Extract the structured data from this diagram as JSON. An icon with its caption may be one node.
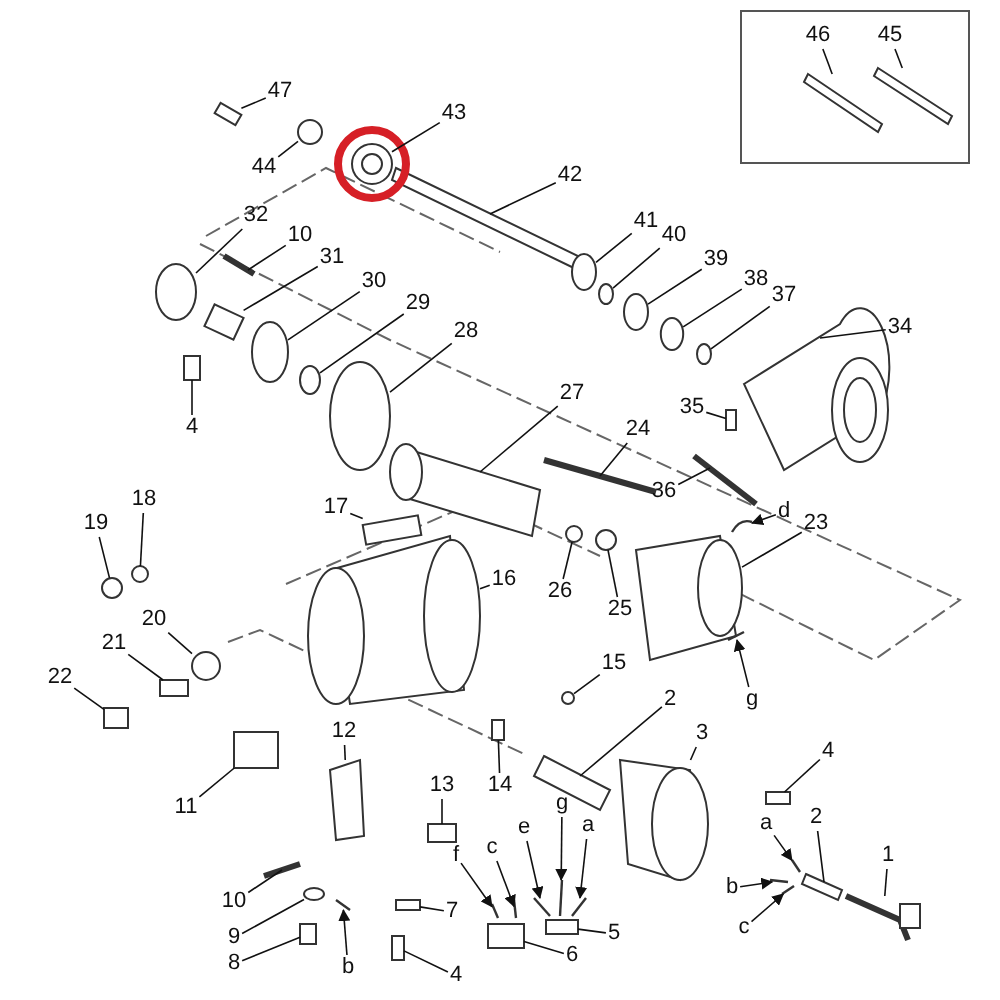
{
  "diagram": {
    "nodes": [
      {
        "text": [],
        "shape": "box"
      },
      {
        "text": [
          "46"
        ],
        "in": 0
      },
      {
        "text": [
          "45"
        ],
        "in": 0
      },
      {
        "text": [
          "47"
        ]
      },
      {
        "text": [
          "43"
        ]
      },
      {
        "text": [
          "44"
        ]
      },
      {
        "text": [
          "42"
        ]
      },
      {
        "text": [
          "32"
        ]
      },
      {
        "text": [
          "10"
        ]
      },
      {
        "text": [
          "31"
        ]
      },
      {
        "text": [
          "41"
        ]
      },
      {
        "text": [
          "40"
        ]
      },
      {
        "text": [
          "39"
        ]
      },
      {
        "text": [
          "30"
        ]
      },
      {
        "text": [
          "38"
        ]
      },
      {
        "text": [
          "37"
        ]
      },
      {
        "text": [
          "29"
        ]
      },
      {
        "text": [
          "28"
        ]
      },
      {
        "text": [
          "34"
        ]
      },
      {
        "text": [
          "27"
        ]
      },
      {
        "text": [
          "35"
        ]
      },
      {
        "text": [
          "4"
        ]
      },
      {
        "text": [
          "24"
        ]
      },
      {
        "text": [
          "36"
        ]
      },
      {
        "text": [
          "17"
        ]
      },
      {
        "text": [
          "18"
        ]
      },
      {
        "text": [
          "19"
        ]
      },
      {
        "text": [
          "23"
        ]
      },
      {
        "text": [
          "d"
        ]
      },
      {
        "text": [
          "16"
        ]
      },
      {
        "text": [
          "26"
        ]
      },
      {
        "text": [
          "25"
        ]
      },
      {
        "text": [
          "20"
        ]
      },
      {
        "text": [
          "21"
        ]
      },
      {
        "text": [
          "22"
        ]
      },
      {
        "text": [
          "15"
        ]
      },
      {
        "text": [
          "2"
        ]
      },
      {
        "text": [
          "12"
        ]
      },
      {
        "text": [
          "3"
        ]
      },
      {
        "text": [
          "4"
        ]
      },
      {
        "text": [
          "13"
        ]
      },
      {
        "text": [
          "14"
        ]
      },
      {
        "text": [
          "11"
        ]
      },
      {
        "text": [
          "g"
        ]
      },
      {
        "text": [
          "e"
        ]
      },
      {
        "text": [
          "a"
        ]
      },
      {
        "text": [
          "a"
        ]
      },
      {
        "text": [
          "2"
        ]
      },
      {
        "text": [
          "f"
        ]
      },
      {
        "text": [
          "c"
        ]
      },
      {
        "text": [
          "1"
        ]
      },
      {
        "text": [
          "b"
        ]
      },
      {
        "text": [
          "g"
        ]
      },
      {
        "text": [
          "c"
        ]
      },
      {
        "text": [
          "10"
        ]
      },
      {
        "text": [
          "7"
        ]
      },
      {
        "text": [
          "5"
        ]
      },
      {
        "text": [
          "9"
        ]
      },
      {
        "text": [
          "6"
        ]
      },
      {
        "text": [
          "b"
        ]
      },
      {
        "text": [
          "8"
        ]
      },
      {
        "text": [
          "4"
        ]
      },
      {
        "text": [],
        "shape": "bar",
        "in": 0
      },
      {
        "text": [],
        "shape": "bar",
        "in": 0
      },
      {
        "text": [],
        "shape": "box"
      },
      {
        "text": [],
        "shape": "picture"
      },
      {
        "text": [],
        "shape": "circle"
      },
      {
        "text": [],
        "shape": "bar"
      },
      {
        "text": [],
        "shape": "circle"
      },
      {
        "text": [],
        "shape": "bar"
      },
      {
        "text": [],
        "shape": "box"
      },
      {
        "text": [],
        "shape": "circle"
      },
      {
        "text": [],
        "shape": "circle"
      },
      {
        "text": [],
        "shape": "circle"
      },
      {
        "text": [],
        "shape": "circle"
      },
      {
        "text": [],
        "shape": "circle"
      },
      {
        "text": [],
        "shape": "circle"
      },
      {
        "text": [],
        "shape": "circle"
      },
      {
        "text": [],
        "shape": "circle"
      },
      {
        "text": [],
        "shape": "picture"
      },
      {
        "text": [],
        "shape": "picture"
      },
      {
        "text": [],
        "shape": "box"
      },
      {
        "text": [],
        "shape": "box"
      },
      {
        "text": [],
        "shape": "bar"
      },
      {
        "text": [],
        "shape": "bar"
      },
      {
        "text": [],
        "shape": "box"
      },
      {
        "text": [],
        "shape": "circle"
      },
      {
        "text": [],
        "shape": "circle"
      },
      {
        "text": [],
        "shape": "picture"
      },
      {
        "text": [],
        "shape": "wire"
      },
      {
        "text": [],
        "shape": "picture"
      },
      {
        "text": [],
        "shape": "circle"
      },
      {
        "text": [],
        "shape": "circle"
      },
      {
        "text": [],
        "shape": "circle"
      },
      {
        "text": [],
        "shape": "box"
      },
      {
        "text": [],
        "shape": "box"
      },
      {
        "text": [],
        "shape": "circle"
      },
      {
        "text": [],
        "shape": "bar"
      },
      {
        "text": [],
        "shape": "box"
      },
      {
        "text": [],
        "shape": "picture"
      },
      {
        "text": [],
        "shape": "box"
      },
      {
        "text": [],
        "shape": "box"
      },
      {
        "text": [],
        "shape": "box"
      },
      {
        "text": [],
        "shape": "box"
      },
      {
        "text": [],
        "shape": "wire"
      },
      {
        "text": [],
        "shape": "wire"
      },
      {
        "text": [],
        "shape": "wire"
      },
      {
        "text": [],
        "shape": "wire"
      },
      {
        "text": [],
        "shape": "bar"
      },
      {
        "text": [],
        "shape": "wire"
      },
      {
        "text": [],
        "shape": "wire"
      },
      {
        "text": [],
        "shape": "picture"
      },
      {
        "text": [],
        "shape": "wire"
      },
      {
        "text": [],
        "shape": "wire"
      },
      {
        "text": [],
        "shape": "wire"
      },
      {
        "text": [],
        "shape": "bar"
      },
      {
        "text": [],
        "shape": "box"
      },
      {
        "text": [],
        "shape": "box"
      },
      {
        "text": [],
        "shape": "circle"
      },
      {
        "text": [],
        "shape": "box"
      },
      {
        "text": [],
        "shape": "wire"
      },
      {
        "text": [],
        "shape": "box"
      },
      {
        "text": [],
        "shape": "box"
      }
    ],
    "edges": [
      {
        "from": 1,
        "to": 62,
        "arrow": "none"
      },
      {
        "from": 2,
        "to": 63,
        "arrow": "none"
      },
      {
        "from": 3,
        "to": 64,
        "arrow": "none"
      },
      {
        "from": 4,
        "to": 65,
        "arrow": "none"
      },
      {
        "from": 5,
        "to": 66,
        "arrow": "none"
      },
      {
        "from": 6,
        "to": 67,
        "arrow": "none"
      },
      {
        "from": 7,
        "to": 68,
        "arrow": "none"
      },
      {
        "from": 8,
        "to": 69,
        "arrow": "none"
      },
      {
        "from": 9,
        "to": 70,
        "arrow": "none"
      },
      {
        "from": 10,
        "to": 71,
        "arrow": "none"
      },
      {
        "from": 11,
        "to": 72,
        "arrow": "none"
      },
      {
        "from": 12,
        "to": 73,
        "arrow": "none"
      },
      {
        "from": 13,
        "to": 74,
        "arrow": "none"
      },
      {
        "from": 14,
        "to": 75,
        "arrow": "none"
      },
      {
        "from": 15,
        "to": 76,
        "arrow": "none"
      },
      {
        "from": 16,
        "to": 77,
        "arrow": "none"
      },
      {
        "from": 17,
        "to": 78,
        "arrow": "none"
      },
      {
        "from": 18,
        "to": 79,
        "arrow": "none"
      },
      {
        "from": 19,
        "to": 80,
        "arrow": "none"
      },
      {
        "from": 20,
        "to": 81,
        "arrow": "none"
      },
      {
        "from": 21,
        "to": 82,
        "arrow": "none"
      },
      {
        "from": 22,
        "to": 83,
        "arrow": "none"
      },
      {
        "from": 23,
        "to": 84,
        "arrow": "none"
      },
      {
        "from": 24,
        "to": 85,
        "arrow": "none"
      },
      {
        "from": 25,
        "to": 86,
        "arrow": "none"
      },
      {
        "from": 26,
        "to": 87,
        "arrow": "none"
      },
      {
        "from": 27,
        "to": 88,
        "arrow": "none"
      },
      {
        "from": 28,
        "to": 89,
        "arrow": "to"
      },
      {
        "from": 29,
        "to": 90,
        "arrow": "none"
      },
      {
        "from": 30,
        "to": 91,
        "arrow": "none"
      },
      {
        "from": 31,
        "to": 92,
        "arrow": "none"
      },
      {
        "from": 32,
        "to": 93,
        "arrow": "none"
      },
      {
        "from": 33,
        "to": 94,
        "arrow": "none"
      },
      {
        "from": 34,
        "to": 95,
        "arrow": "none"
      },
      {
        "from": 35,
        "to": 96,
        "arrow": "none"
      },
      {
        "from": 36,
        "to": 97,
        "arrow": "none"
      },
      {
        "from": 37,
        "to": 98,
        "arrow": "none"
      },
      {
        "from": 38,
        "to": 99,
        "arrow": "none"
      },
      {
        "from": 39,
        "to": 100,
        "arrow": "none"
      },
      {
        "from": 40,
        "to": 101,
        "arrow": "none"
      },
      {
        "from": 41,
        "to": 102,
        "arrow": "none"
      },
      {
        "from": 42,
        "to": 103,
        "arrow": "none"
      },
      {
        "from": 43,
        "to": 104,
        "arrow": "to"
      },
      {
        "from": 44,
        "to": 105,
        "arrow": "to"
      },
      {
        "from": 45,
        "to": 106,
        "arrow": "to"
      },
      {
        "from": 46,
        "to": 107,
        "arrow": "to"
      },
      {
        "from": 47,
        "to": 108,
        "arrow": "none"
      },
      {
        "from": 48,
        "to": 109,
        "arrow": "to"
      },
      {
        "from": 49,
        "to": 110,
        "arrow": "to"
      },
      {
        "from": 50,
        "to": 111,
        "arrow": "none"
      },
      {
        "from": 51,
        "to": 112,
        "arrow": "to"
      },
      {
        "from": 52,
        "to": 113,
        "arrow": "to"
      },
      {
        "from": 53,
        "to": 114,
        "arrow": "to"
      },
      {
        "from": 54,
        "to": 115,
        "arrow": "none"
      },
      {
        "from": 55,
        "to": 116,
        "arrow": "none"
      },
      {
        "from": 56,
        "to": 117,
        "arrow": "none"
      },
      {
        "from": 57,
        "to": 118,
        "arrow": "none"
      },
      {
        "from": 58,
        "to": 119,
        "arrow": "none"
      },
      {
        "from": 59,
        "to": 120,
        "arrow": "to"
      },
      {
        "from": 60,
        "to": 121,
        "arrow": "none"
      },
      {
        "from": 61,
        "to": 122,
        "arrow": "none"
      }
    ]
  }
}
